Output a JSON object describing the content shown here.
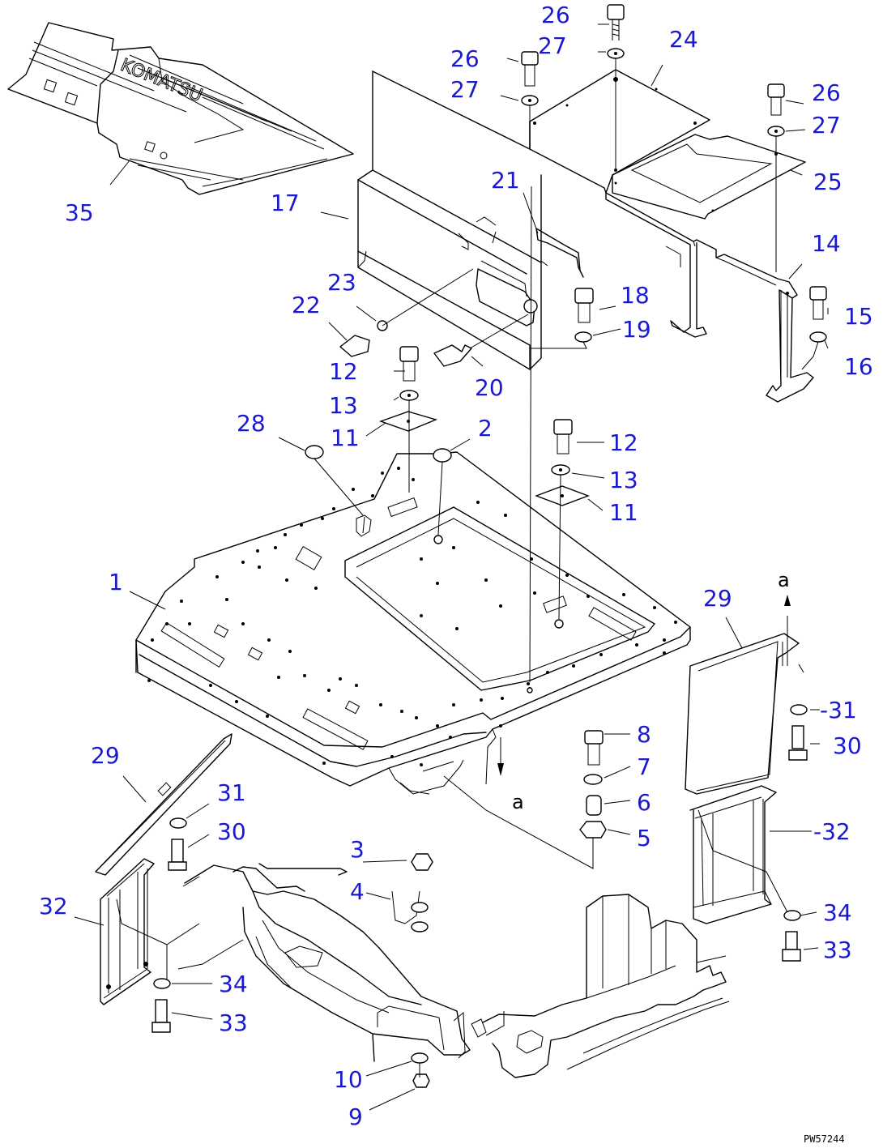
{
  "labels": [
    {
      "id": "p26a",
      "text": "26"
    },
    {
      "id": "p27a",
      "text": "27"
    },
    {
      "id": "p24",
      "text": "24"
    },
    {
      "id": "p26b",
      "text": "26"
    },
    {
      "id": "p27b",
      "text": "27"
    },
    {
      "id": "p26c",
      "text": "26"
    },
    {
      "id": "p27c",
      "text": "27"
    },
    {
      "id": "p25",
      "text": "25"
    },
    {
      "id": "p35",
      "text": "35"
    },
    {
      "id": "p17",
      "text": "17"
    },
    {
      "id": "p21",
      "text": "21"
    },
    {
      "id": "p14",
      "text": "14"
    },
    {
      "id": "p23",
      "text": "23"
    },
    {
      "id": "p22",
      "text": "22"
    },
    {
      "id": "p18",
      "text": "18"
    },
    {
      "id": "p19",
      "text": "19"
    },
    {
      "id": "p15",
      "text": "15"
    },
    {
      "id": "p16",
      "text": "16"
    },
    {
      "id": "p12a",
      "text": "12"
    },
    {
      "id": "p20",
      "text": "20"
    },
    {
      "id": "p13a",
      "text": "13"
    },
    {
      "id": "p28",
      "text": "28"
    },
    {
      "id": "p2",
      "text": "2"
    },
    {
      "id": "p11a",
      "text": "11"
    },
    {
      "id": "p12b",
      "text": "12"
    },
    {
      "id": "p13b",
      "text": "13"
    },
    {
      "id": "p11b",
      "text": "11"
    },
    {
      "id": "p1",
      "text": "1"
    },
    {
      "id": "p29a",
      "text": "29"
    },
    {
      "id": "p31a",
      "text": "-31"
    },
    {
      "id": "p30a",
      "text": "30"
    },
    {
      "id": "p8",
      "text": "8"
    },
    {
      "id": "p7",
      "text": "7"
    },
    {
      "id": "p6",
      "text": "6"
    },
    {
      "id": "p5",
      "text": "5"
    },
    {
      "id": "p29b",
      "text": "29"
    },
    {
      "id": "p31b",
      "text": "31"
    },
    {
      "id": "p30b",
      "text": "30"
    },
    {
      "id": "p32a",
      "text": "-32"
    },
    {
      "id": "p3",
      "text": "3"
    },
    {
      "id": "p4",
      "text": "4"
    },
    {
      "id": "p32b",
      "text": "32"
    },
    {
      "id": "p34a",
      "text": "34"
    },
    {
      "id": "p33a",
      "text": "33"
    },
    {
      "id": "p34b",
      "text": "34"
    },
    {
      "id": "p33b",
      "text": "33"
    },
    {
      "id": "p10",
      "text": "10"
    },
    {
      "id": "p9",
      "text": "9"
    }
  ],
  "section_marks": {
    "top": "a",
    "bottom": "a"
  },
  "drawing_code": "PW57244",
  "colors": {
    "label": "#1a1acc",
    "line": "#000000",
    "background": "#ffffff"
  }
}
